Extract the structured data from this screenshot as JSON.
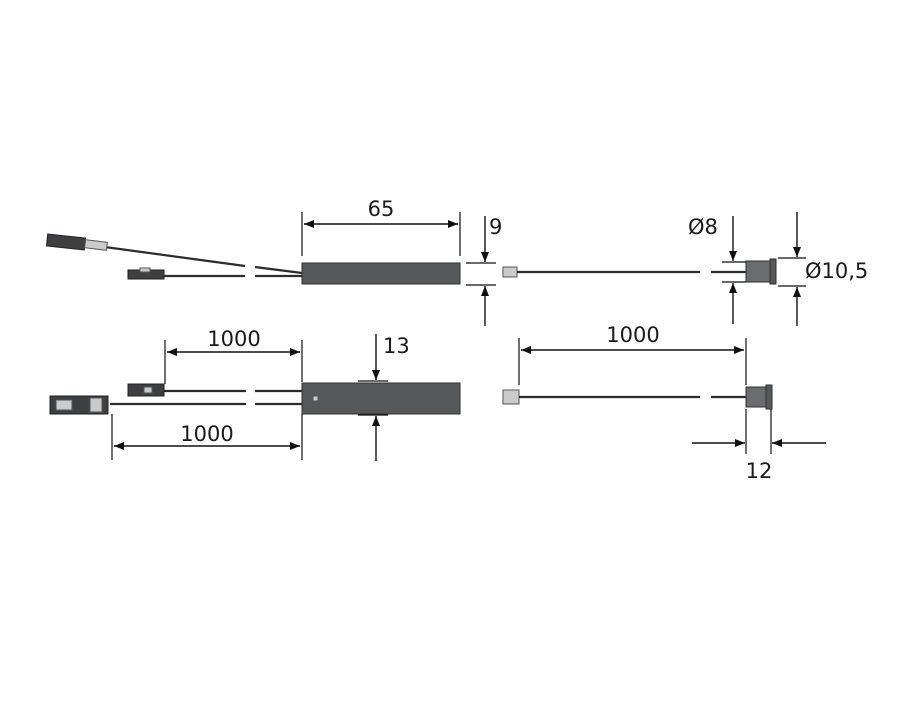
{
  "dimensions": {
    "driver_length": "65",
    "driver_height_top": "9",
    "sensor_inner_diameter": "Ø8",
    "sensor_outer_diameter": "Ø10,5",
    "input_cable_length": "1000",
    "driver_height_side": "13",
    "output_cable_length": "1000",
    "sensor_cable_length": "1000",
    "sensor_head_length": "12"
  },
  "colors": {
    "housing": "#55585b",
    "cable": "#2b2b2b",
    "dimension_lines": "#111111"
  }
}
